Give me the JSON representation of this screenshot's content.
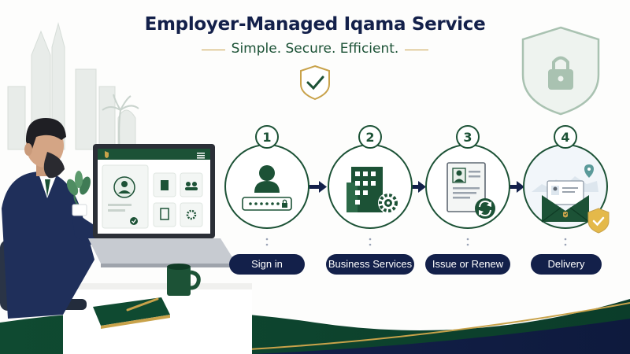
{
  "header": {
    "title": "Employer-Managed Iqama Service",
    "subtitle": "Simple. Secure. Efficient."
  },
  "steps": [
    {
      "number": "1",
      "label": "Sign in",
      "icon": "user-login-icon"
    },
    {
      "number": "2",
      "label": "Business Services",
      "icon": "building-gear-icon"
    },
    {
      "number": "3",
      "label": "Issue or Renew",
      "icon": "id-document-renew-icon"
    },
    {
      "number": "4",
      "label": "Delivery",
      "icon": "envelope-card-icon"
    }
  ],
  "colors": {
    "navy": "#13204a",
    "green": "#1c5236",
    "gold": "#c8a24a",
    "light_green": "#e7efe9"
  }
}
